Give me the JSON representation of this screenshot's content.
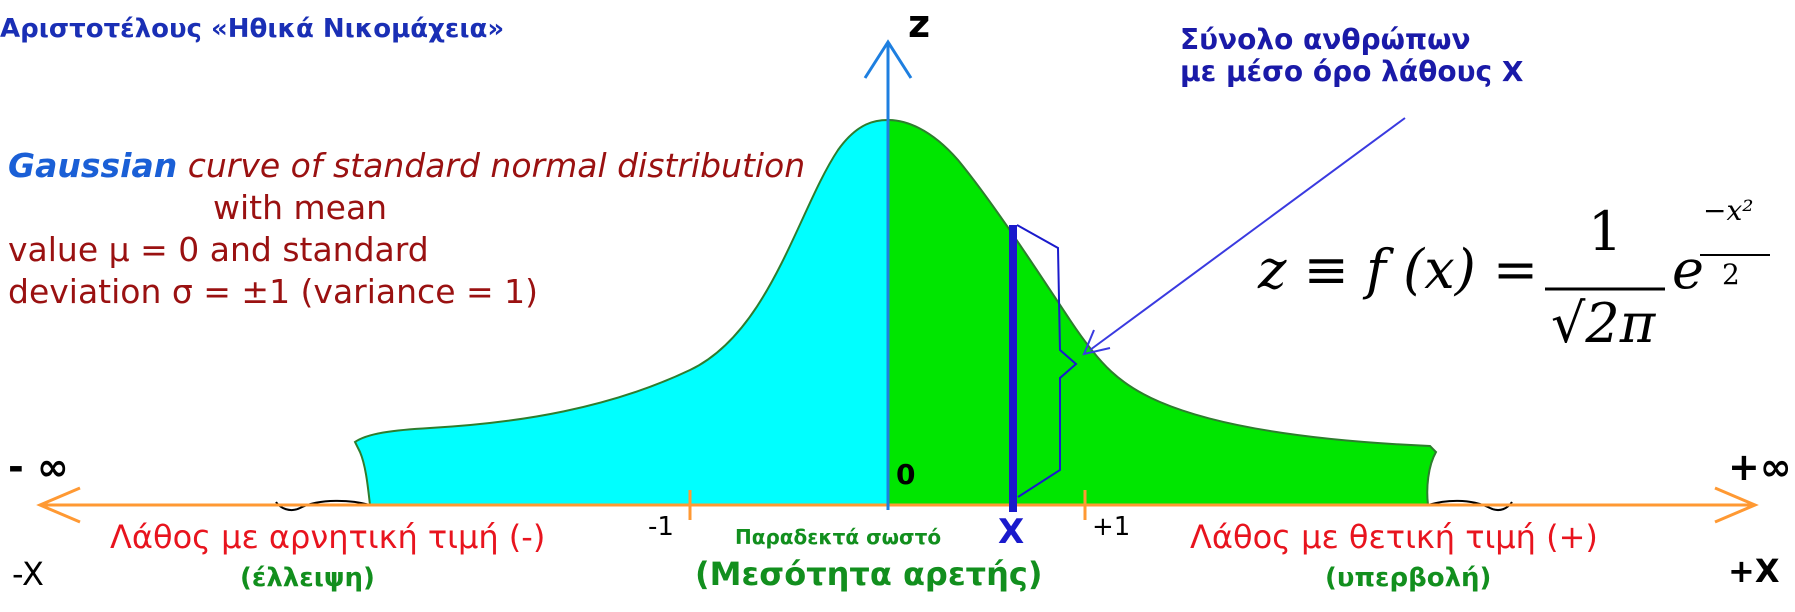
{
  "title": "Αριστοτέλους «Ηθικά Νικομάχεια»",
  "description": {
    "term": "Gaussian",
    "italic_text": "curve of standard normal distribution",
    "line_rest_1": "with mean",
    "line_3": "value μ = 0 and standard",
    "line_4": "deviation σ = ±1 (variance = 1)"
  },
  "annotation": {
    "line_1": "Σύνολο ανθρώπων",
    "line_2": "με μέσο  όρο λάθους X"
  },
  "axis": {
    "z_label": "z",
    "neg_inf": "- ∞",
    "pos_inf": "+∞",
    "neg_x": "-X",
    "pos_x": "+X",
    "zero": "0",
    "minus_one": "-1",
    "plus_one": "+1",
    "x_marker": "X"
  },
  "labels": {
    "negative_error": "Λάθος με αρνητική τιμή (-)",
    "negative_sub": "(έλλειψη)",
    "acceptable": "Παραδεκτά σωστό",
    "mean_virtue": "(Μεσότητα αρετής)",
    "positive_error": "Λάθος με θετική τιμή (+)",
    "positive_sub": "(υπερβολή)"
  },
  "formula": {
    "lhs": "z ≡ f (x) =",
    "numerator": "1",
    "radical": "√2π",
    "base": "e",
    "exp_numerator": "−x²",
    "exp_denominator": "2"
  },
  "colors": {
    "cyan_fill": "#00ffff",
    "green_fill": "#00e600",
    "axis_orange": "#ff9933",
    "z_axis_blue": "#1e7fe0",
    "marker_blue": "#1a1acc",
    "title_blue": "#1a2fb5",
    "text_red": "#e8141e",
    "text_dark_red": "#9a1111"
  }
}
